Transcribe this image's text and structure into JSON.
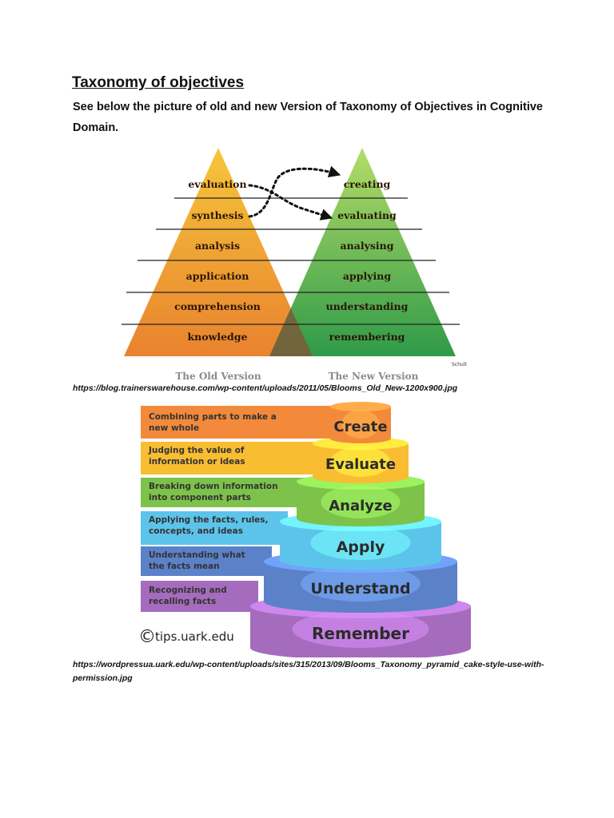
{
  "document": {
    "title": "Taxonomy of objectives",
    "intro": "See below the picture of old and new Version of Taxonomy of Objectives in Cognitive Domain."
  },
  "figure1": {
    "old_levels": [
      "evaluation",
      "synthesis",
      "analysis",
      "application",
      "comprehension",
      "knowledge"
    ],
    "new_levels": [
      "creating",
      "evaluating",
      "analysing",
      "applying",
      "understanding",
      "remembering"
    ],
    "old_caption": "The Old Version",
    "new_caption": "The New Version",
    "credit": "Schult",
    "colors": {
      "old_top": "#f5c63a",
      "old_bottom": "#e9822f",
      "new_top": "#b5dc67",
      "new_bottom": "#2f9a49",
      "overlap": "#7d5b3a",
      "lines": "#222222"
    },
    "source_url": "https://blog.trainerswarehouse.com/wp-content/uploads/2011/05/Blooms_Old_New-1200x900.jpg"
  },
  "figure2": {
    "tiers": [
      {
        "label": "Create",
        "description_line1": "Combining parts to make a",
        "description_line2": "new whole",
        "color": "#f38a3b"
      },
      {
        "label": "Evaluate",
        "description_line1": "Judging the value of",
        "description_line2": "information or ideas",
        "color": "#f9bd32"
      },
      {
        "label": "Analyze",
        "description_line1": "Breaking down information",
        "description_line2": "into component parts",
        "color": "#7dc24b"
      },
      {
        "label": "Apply",
        "description_line1": "Applying the facts, rules,",
        "description_line2": "concepts, and ideas",
        "color": "#5cc4ea"
      },
      {
        "label": "Understand",
        "description_line1": "Understanding what",
        "description_line2": "the facts mean",
        "color": "#5b82c9"
      },
      {
        "label": "Remember",
        "description_line1": "Recognizing and",
        "description_line2": "recalling facts",
        "color": "#a56cbd"
      }
    ],
    "credit": "tips.uark.edu",
    "copyright_symbol": "©",
    "source_url": "https://wordpressua.uark.edu/wp-content/uploads/sites/315/2013/09/Blooms_Taxonomy_pyramid_cake-style-use-with-permission.jpg"
  }
}
